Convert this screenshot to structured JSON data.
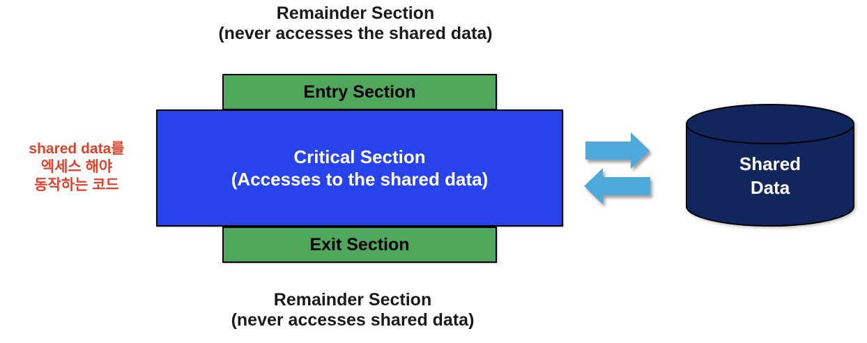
{
  "diagram": {
    "top_note": {
      "line1": "Remainder Section",
      "line2": "(never accesses the shared data)"
    },
    "entry_section": {
      "label": "Entry Section"
    },
    "critical_section": {
      "line1": "Critical Section",
      "line2": "(Accesses to the shared data)"
    },
    "exit_section": {
      "label": "Exit Section"
    },
    "bottom_note": {
      "line1": "Remainder Section",
      "line2": "(never accesses shared data)"
    },
    "side_note": {
      "line1": "shared data를",
      "line2": "엑세스 해야",
      "line3": "동작하는 코드"
    },
    "data_store": {
      "line1": "Shared",
      "line2": "Data"
    },
    "colors": {
      "section_green": "#4FA75C",
      "critical_blue": "#2842EC",
      "store_navy": "#12265E",
      "arrow_blue": "#4FA9DC",
      "note_red": "#E73D26",
      "outline": "#000000",
      "text_light": "#ffffff",
      "text_dark": "#1a1a1a"
    }
  }
}
